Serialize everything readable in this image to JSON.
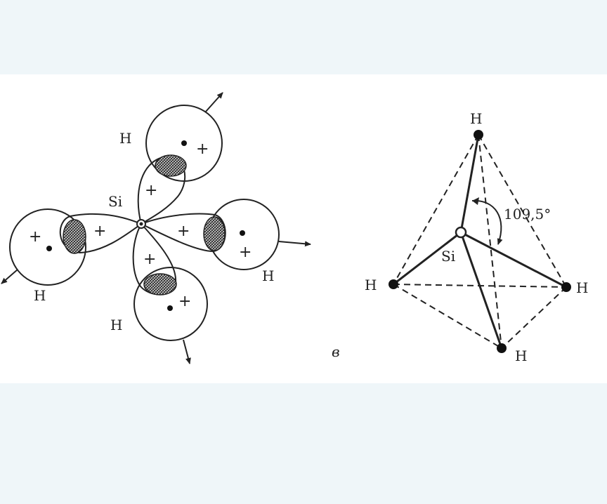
{
  "orbital_diagram": {
    "center_label": "Si",
    "h_label": "H",
    "plus_sign": "+",
    "caption": "в"
  },
  "tetrahedron": {
    "center_label": "Si",
    "h_label": "H",
    "angle_label": "109,5°"
  }
}
